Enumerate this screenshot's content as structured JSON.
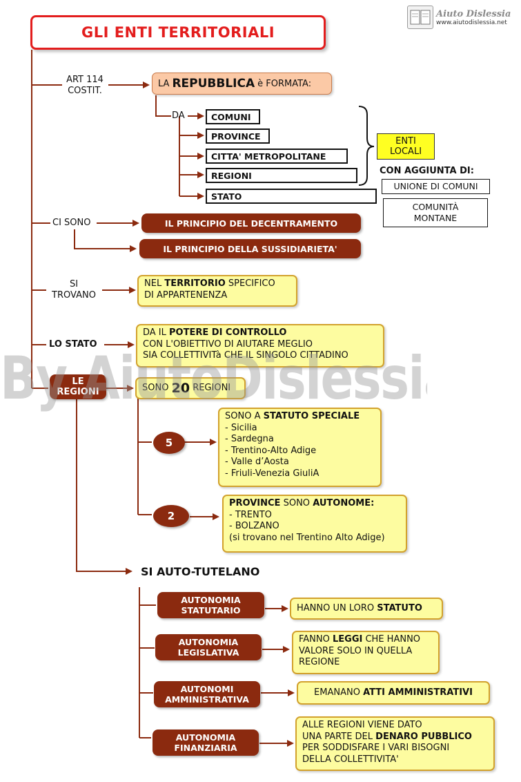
{
  "logo": {
    "name": "Aiuto Dislessia",
    "url": "www.aiutodislessia.net",
    "icon": "book-icon"
  },
  "watermark": "By AiutoDislessia.net",
  "title": "GLI ENTI TERRITORIALI",
  "art114": {
    "line1": "ART 114",
    "line2": "COSTIT."
  },
  "repubblica": {
    "prefix": "LA",
    "bold": "REPUBBLICA",
    "suffix": "è FORMATA:"
  },
  "da": "DA",
  "enti": [
    "COMUNI",
    "PROVINCE",
    "CITTA' METROPOLITANE",
    "REGIONI",
    "STATO"
  ],
  "enti_locali": {
    "line1": "ENTI",
    "line2": "LOCALI"
  },
  "con_aggiunta": "CON AGGIUNTA DI:",
  "unione": "UNIONE DI COMUNI",
  "comunita": {
    "line1": "COMUNITÀ",
    "line2": "MONTANE"
  },
  "ci_sono": "CI SONO",
  "principi": [
    "IL PRINCIPIO DEL DECENTRAMENTO",
    "IL PRINCIPIO DELLA SUSSIDIARIETA'"
  ],
  "si_trovano": {
    "line1": "SI",
    "line2": "TROVANO"
  },
  "territorio": {
    "l1a": "NEL",
    "l1b": "TERRITORIO",
    "l1c": "SPECIFICO",
    "l2": "DI APPARTENENZA"
  },
  "lo_stato": "LO STATO",
  "potere": {
    "l1a": "DA IL",
    "l1b": "POTERE DI CONTROLLO",
    "l2": "CON L'OBIETTIVO DI AIUTARE MEGLIO",
    "l3": "SIA COLLETTIVITà CHE IL SINGOLO CITTADINO"
  },
  "le_regioni": {
    "line1": "LE",
    "line2": "REGIONI"
  },
  "sono20": {
    "pre": "SONO",
    "num": "20",
    "post": "REGIONI"
  },
  "circle5": "5",
  "circle2": "2",
  "statuto_speciale": {
    "l1a": "SONO A",
    "l1b": "STATUTO SPECIALE",
    "items": [
      "- Sicilia",
      "- Sardegna",
      "- Trentino-Alto Adige",
      "- Valle d’Aosta",
      "- Friuli-Venezia GiuliA"
    ]
  },
  "province_autonome": {
    "l1a": "PROVINCE",
    "l1b": "SONO",
    "l1c": "AUTONOME:",
    "items": [
      "- TRENTO",
      "- BOLZANO",
      "(si trovano nel Trentino Alto Adige)"
    ]
  },
  "auto_tutelano": "SI AUTO-TUTELANO",
  "autonomie": [
    {
      "l1": "AUTONOMIA",
      "l2": "STATUTARIO"
    },
    {
      "l1": "AUTONOMIA",
      "l2": "LEGISLATIVA"
    },
    {
      "l1": "AUTONOMI",
      "l2": "AMMINISTRATIVA"
    },
    {
      "l1": "AUTONOMIA",
      "l2": "FINANZIARIA"
    }
  ],
  "desc_statuto": {
    "pre": "HANNO UN LORO",
    "bold": "STATUTO"
  },
  "desc_leggi": {
    "l1a": "FANNO",
    "l1b": "LEGGI",
    "l1c": "CHE HANNO",
    "l2": "VALORE SOLO IN QUELLA",
    "l3": "REGIONE"
  },
  "desc_atti": {
    "pre": "EMANANO",
    "bold": "ATTI AMMINISTRATIVI"
  },
  "desc_denaro": {
    "l1": "ALLE REGIONI VIENE DATO",
    "l2a": "UNA PARTE DEL",
    "l2b": "DENARO PUBBLICO",
    "l3": "PER SODDISFARE I VARI BISOGNI",
    "l4": "DELLA COLLETTIVITA'"
  },
  "colors": {
    "title_red": "#e31d1d",
    "connector_brown": "#8b2a0f",
    "salmon": "#fbc9a6",
    "yellow_box": "#fdfca0",
    "yellow_square": "#ffff22"
  }
}
